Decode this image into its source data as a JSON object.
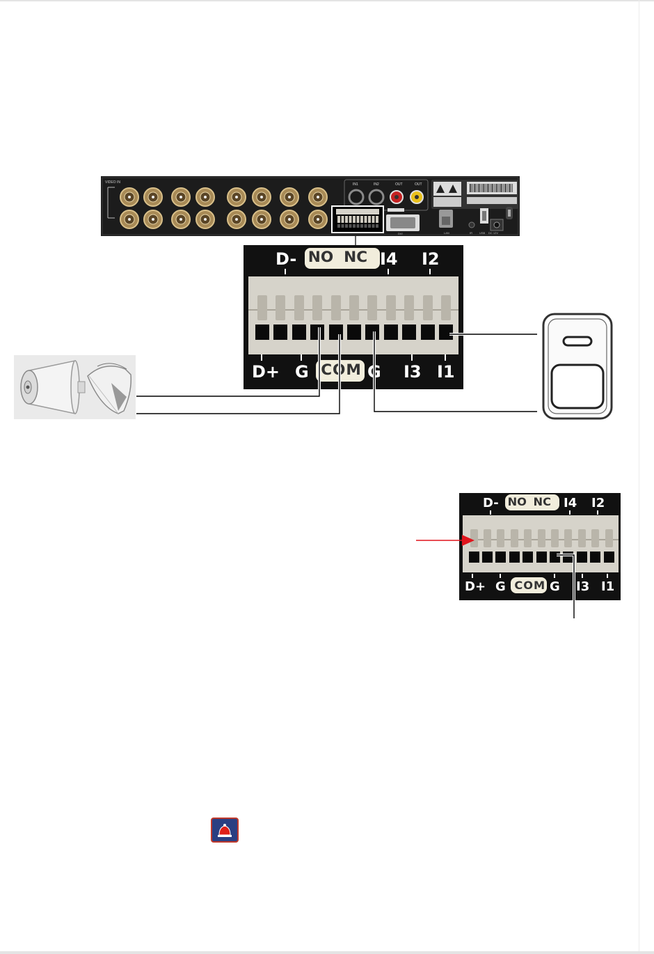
{
  "top_labels": [
    "D-",
    "NO",
    "NC",
    "I4",
    "I2"
  ],
  "bottom_labels": [
    "D+",
    "G",
    "COM",
    "G",
    "I3",
    "I1"
  ],
  "panel": {
    "video_in_label": "VIDEO IN",
    "audio_labels": [
      "IN1",
      "IN2",
      "OUT",
      "OUT"
    ],
    "port_labels": [
      "DVI",
      "LAN",
      "IR",
      "USB",
      "DC 12V"
    ]
  },
  "colors": {
    "panel": "#1c1c1c",
    "terminal_body": "#d6d3ca",
    "label_pill": "#f1eddc",
    "bnc": "#a88a56",
    "arrow": "#e0141c",
    "icon_bg": "#2a3f82",
    "icon_bell": "#e02018"
  },
  "icons": {
    "siren": "siren-horn-icon",
    "detector": "motion-sensor-icon",
    "alarm": "alarm-bell-icon"
  }
}
